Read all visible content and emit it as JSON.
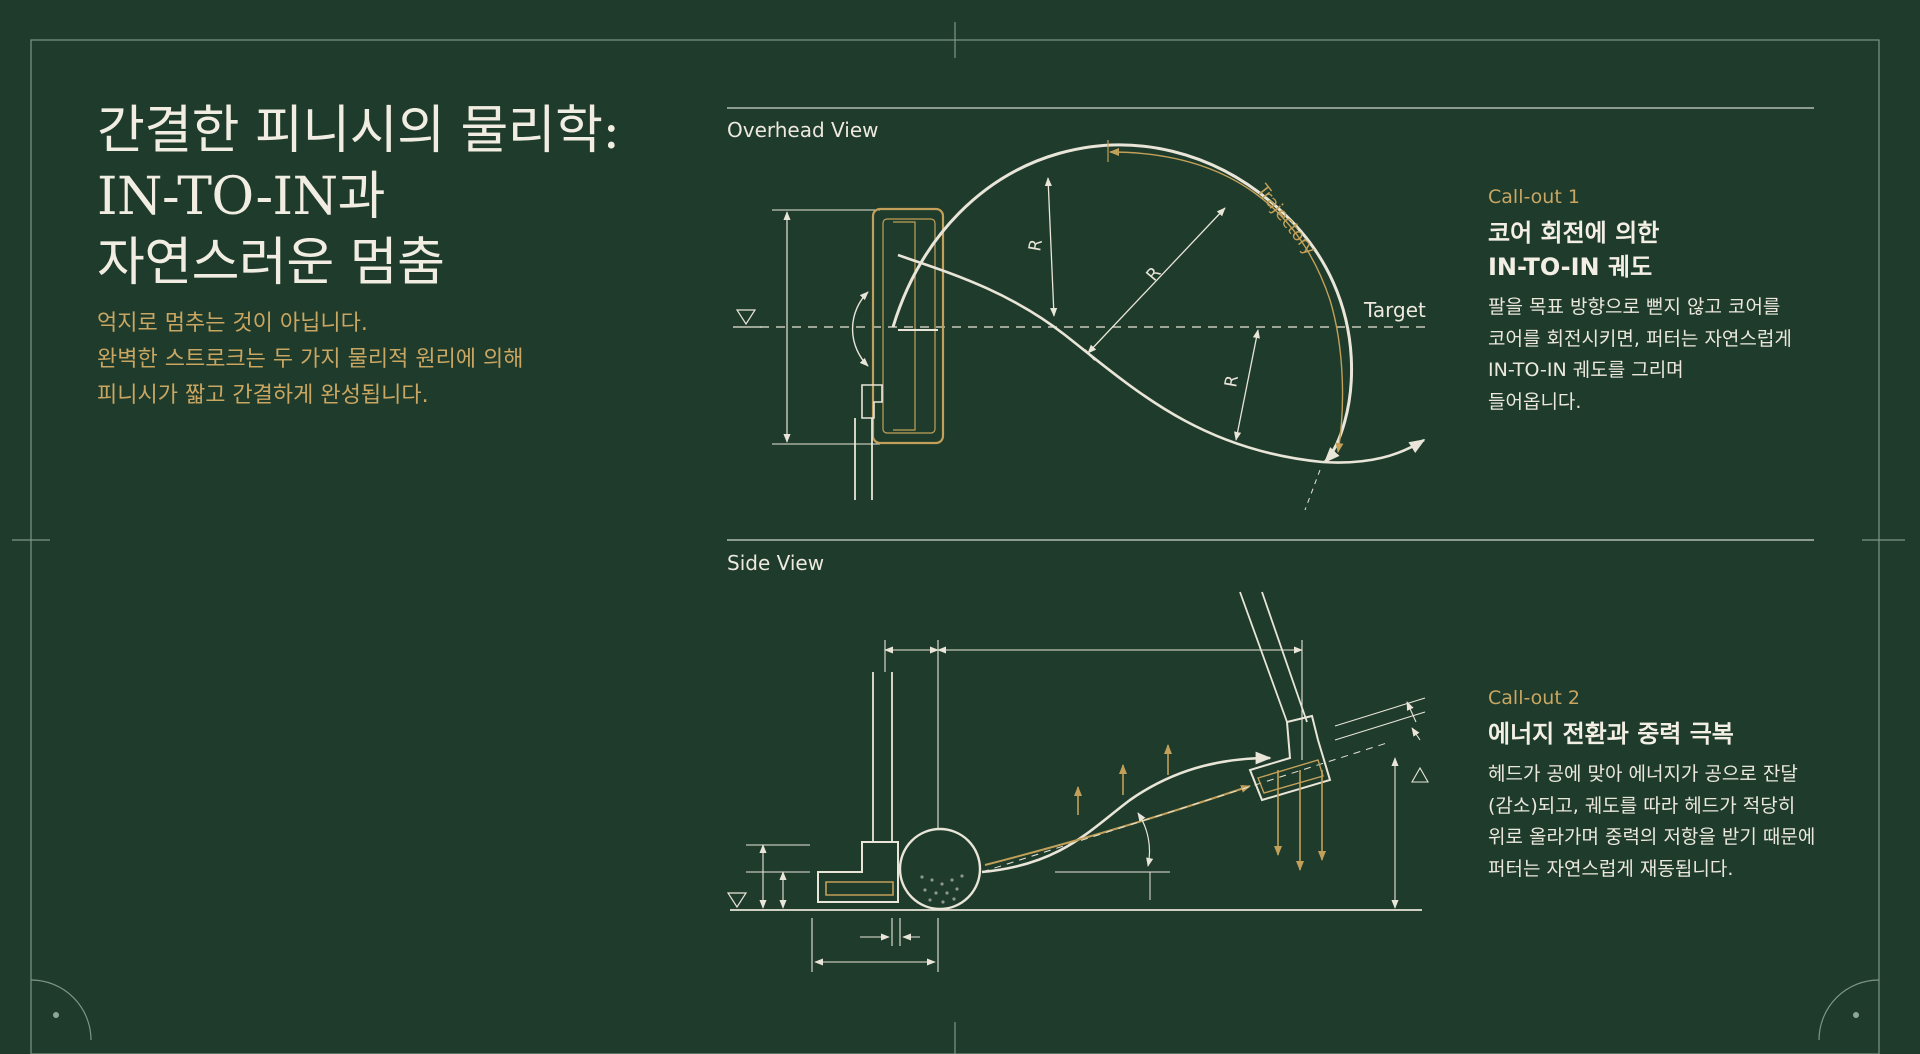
{
  "title_lines": [
    "간결한 피니시의 물리학:",
    "IN-TO-IN과",
    "자연스러운 멈춤"
  ],
  "intro_lines": [
    "억지로 멈추는 것이 아닙니다.",
    "완벽한 스트로크는 두 가지 물리적 원리에 의해",
    "피니시가 짧고 간결하게 완성됩니다."
  ],
  "overhead": {
    "view_label": "Overhead View",
    "target_label": "Target",
    "trajectory_label": "Trajectory",
    "radius_label": "R"
  },
  "side": {
    "view_label": "Side View"
  },
  "callout1": {
    "tag": "Call-out 1",
    "title_lines": [
      "코어 회전에 의한",
      "IN-TO-IN 궤도"
    ],
    "body_lines": [
      "팔을 목표 방향으로 뻗지 않고 코어를",
      "코어를 회전시키면, 퍼터는 자연스럽게",
      "IN-TO-IN 궤도를 그리며",
      "들어옵니다."
    ]
  },
  "callout2": {
    "tag": "Call-out 2",
    "title": "에너지 전환과 중력 극복",
    "body_lines": [
      "헤드가 공에 맞아 에너지가 공으로 잔달",
      "(감소)되고, 궤도를 따라 헤드가 적당히",
      "위로 올라가며 중력의 저항을 받기 때문에",
      "퍼터는 자연스럽게 재동됩니다."
    ]
  },
  "colors": {
    "background": "#1e3b2b",
    "line": "#e9e5d8",
    "gold": "#c2a059",
    "frame": "#8fa798"
  }
}
